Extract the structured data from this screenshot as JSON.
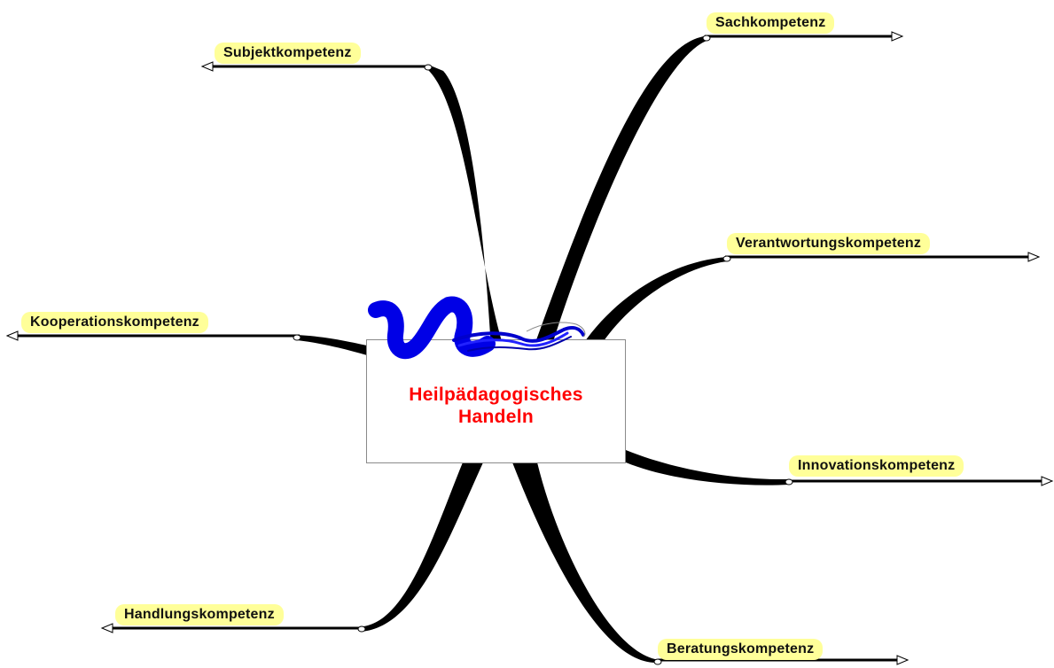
{
  "center": {
    "line1": "Heilpädagogisches",
    "line2": "Handeln",
    "color": "#ff0000",
    "icon": "blue-brushstroke-logo"
  },
  "branches": [
    {
      "id": "sachkompetenz",
      "label": "Sachkompetenz",
      "side": "right"
    },
    {
      "id": "verantwortungskompetenz",
      "label": "Verantwortungskompetenz",
      "side": "right"
    },
    {
      "id": "innovationskompetenz",
      "label": "Innovationskompetenz",
      "side": "right"
    },
    {
      "id": "beratungskompetenz",
      "label": "Beratungskompetenz",
      "side": "right"
    },
    {
      "id": "subjektkompetenz",
      "label": "Subjektkompetenz",
      "side": "left"
    },
    {
      "id": "kooperationskompetenz",
      "label": "Kooperationskompetenz",
      "side": "left"
    },
    {
      "id": "handlungskompetenz",
      "label": "Handlungskompetenz",
      "side": "left"
    }
  ],
  "colors": {
    "label_background": "#ffff99",
    "branch_line": "#000000",
    "logo": "#0000e6"
  }
}
